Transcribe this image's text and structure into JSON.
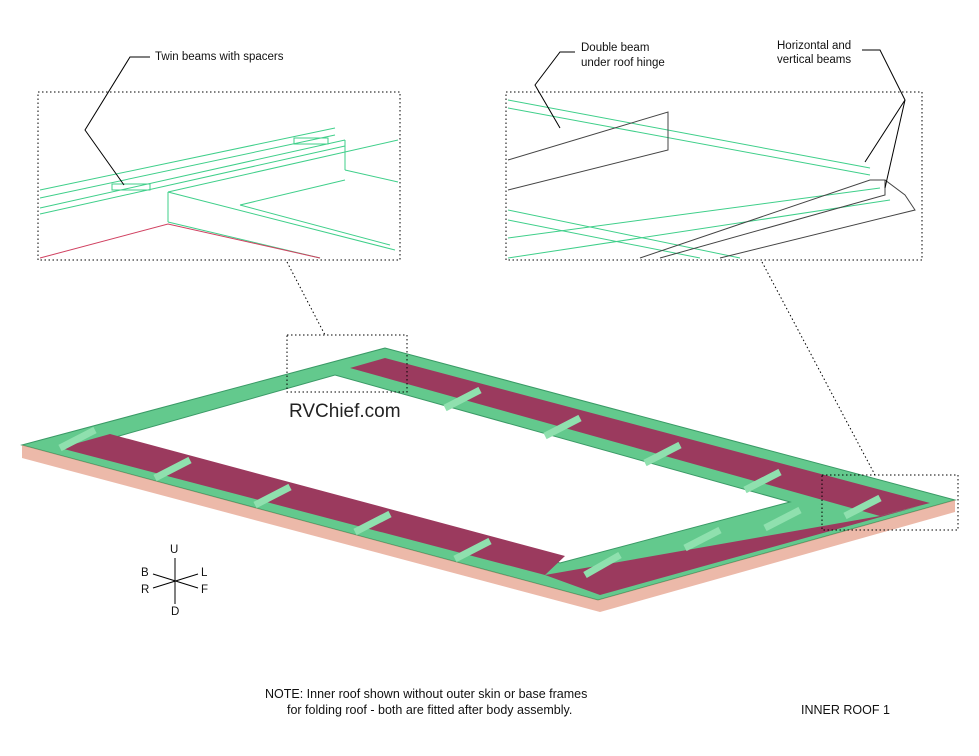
{
  "callouts": {
    "twin_beams": "Twin beams with spacers",
    "double_beam_line1": "Double beam",
    "double_beam_line2": "under roof hinge",
    "hv_beams_line1": "Horizontal and",
    "hv_beams_line2": "vertical beams"
  },
  "watermark": "RVChief.com",
  "compass": {
    "up": "U",
    "down": "D",
    "back": "B",
    "right": "R",
    "left": "L",
    "front": "F"
  },
  "note": {
    "line1": "NOTE:  Inner roof shown without outer skin or base frames",
    "line2": "for folding roof - both are fitted after body assembly."
  },
  "drawing_title": "INNER ROOF 1",
  "colors": {
    "frame": "#63c98d",
    "frame_light": "#8fe0ae",
    "panel": "#9b3a5e",
    "edge": "#e08a70",
    "wire": "#3fcf8a",
    "wire_red": "#d04060"
  }
}
